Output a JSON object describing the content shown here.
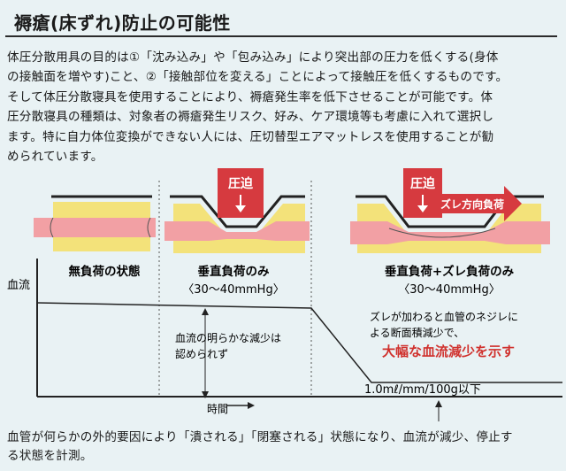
{
  "title": "褥瘡(床ずれ)防止の可能性",
  "body_text": "体圧分散用具の目的は①「沈み込み」や「包み込み」により突出部の圧力を低くする(身体\nの接触面を増やす)こと、②「接触部位を変える」ことによって接触圧を低くするものです。\nそして体圧分散寝具を使用することにより、褥瘡発生率を低下させることが可能です。体\n圧分散寝具の種類は、対象者の褥瘡発生リスク、好み、ケア環境等も考慮に入れて選択し\nます。特に自力体位変換ができない人には、圧切替型エアマットレスを使用することが勧\nめられています。",
  "diagram": {
    "y_axis_label": "血流",
    "x_axis_label": "時間",
    "panel1_label": "無負荷の状態",
    "panel2_label": "垂直負荷のみ",
    "panel2_range": "〈30～40mmHg〉",
    "panel3_label": "垂直負荷+ズレ負荷のみ",
    "panel3_range": "〈30～40mmHg〉",
    "pressure_label_1": "圧迫",
    "pressure_label_2": "圧迫",
    "shear_label": "ズレ方向負荷",
    "note1_line1": "血流の明らかな減少は",
    "note1_line2": "認められず",
    "note2_line1": "ズレが加わると血管のネジレに",
    "note2_line2": "よる断面積減少で、",
    "note2_emphasis": "大幅な血流減少を示す",
    "threshold_label": "1.0mℓ/mm/100g以下"
  },
  "caption": "血管が何らかの外的要因により「潰される」「閉塞される」状態になり、血流が減少、停止す\nる状態を計測。",
  "colors": {
    "background": "#e9f2f4",
    "yellow": "#f3e27a",
    "pink": "#f2a0a4",
    "red": "#d63a3f",
    "emphasis": "#d0312d"
  }
}
